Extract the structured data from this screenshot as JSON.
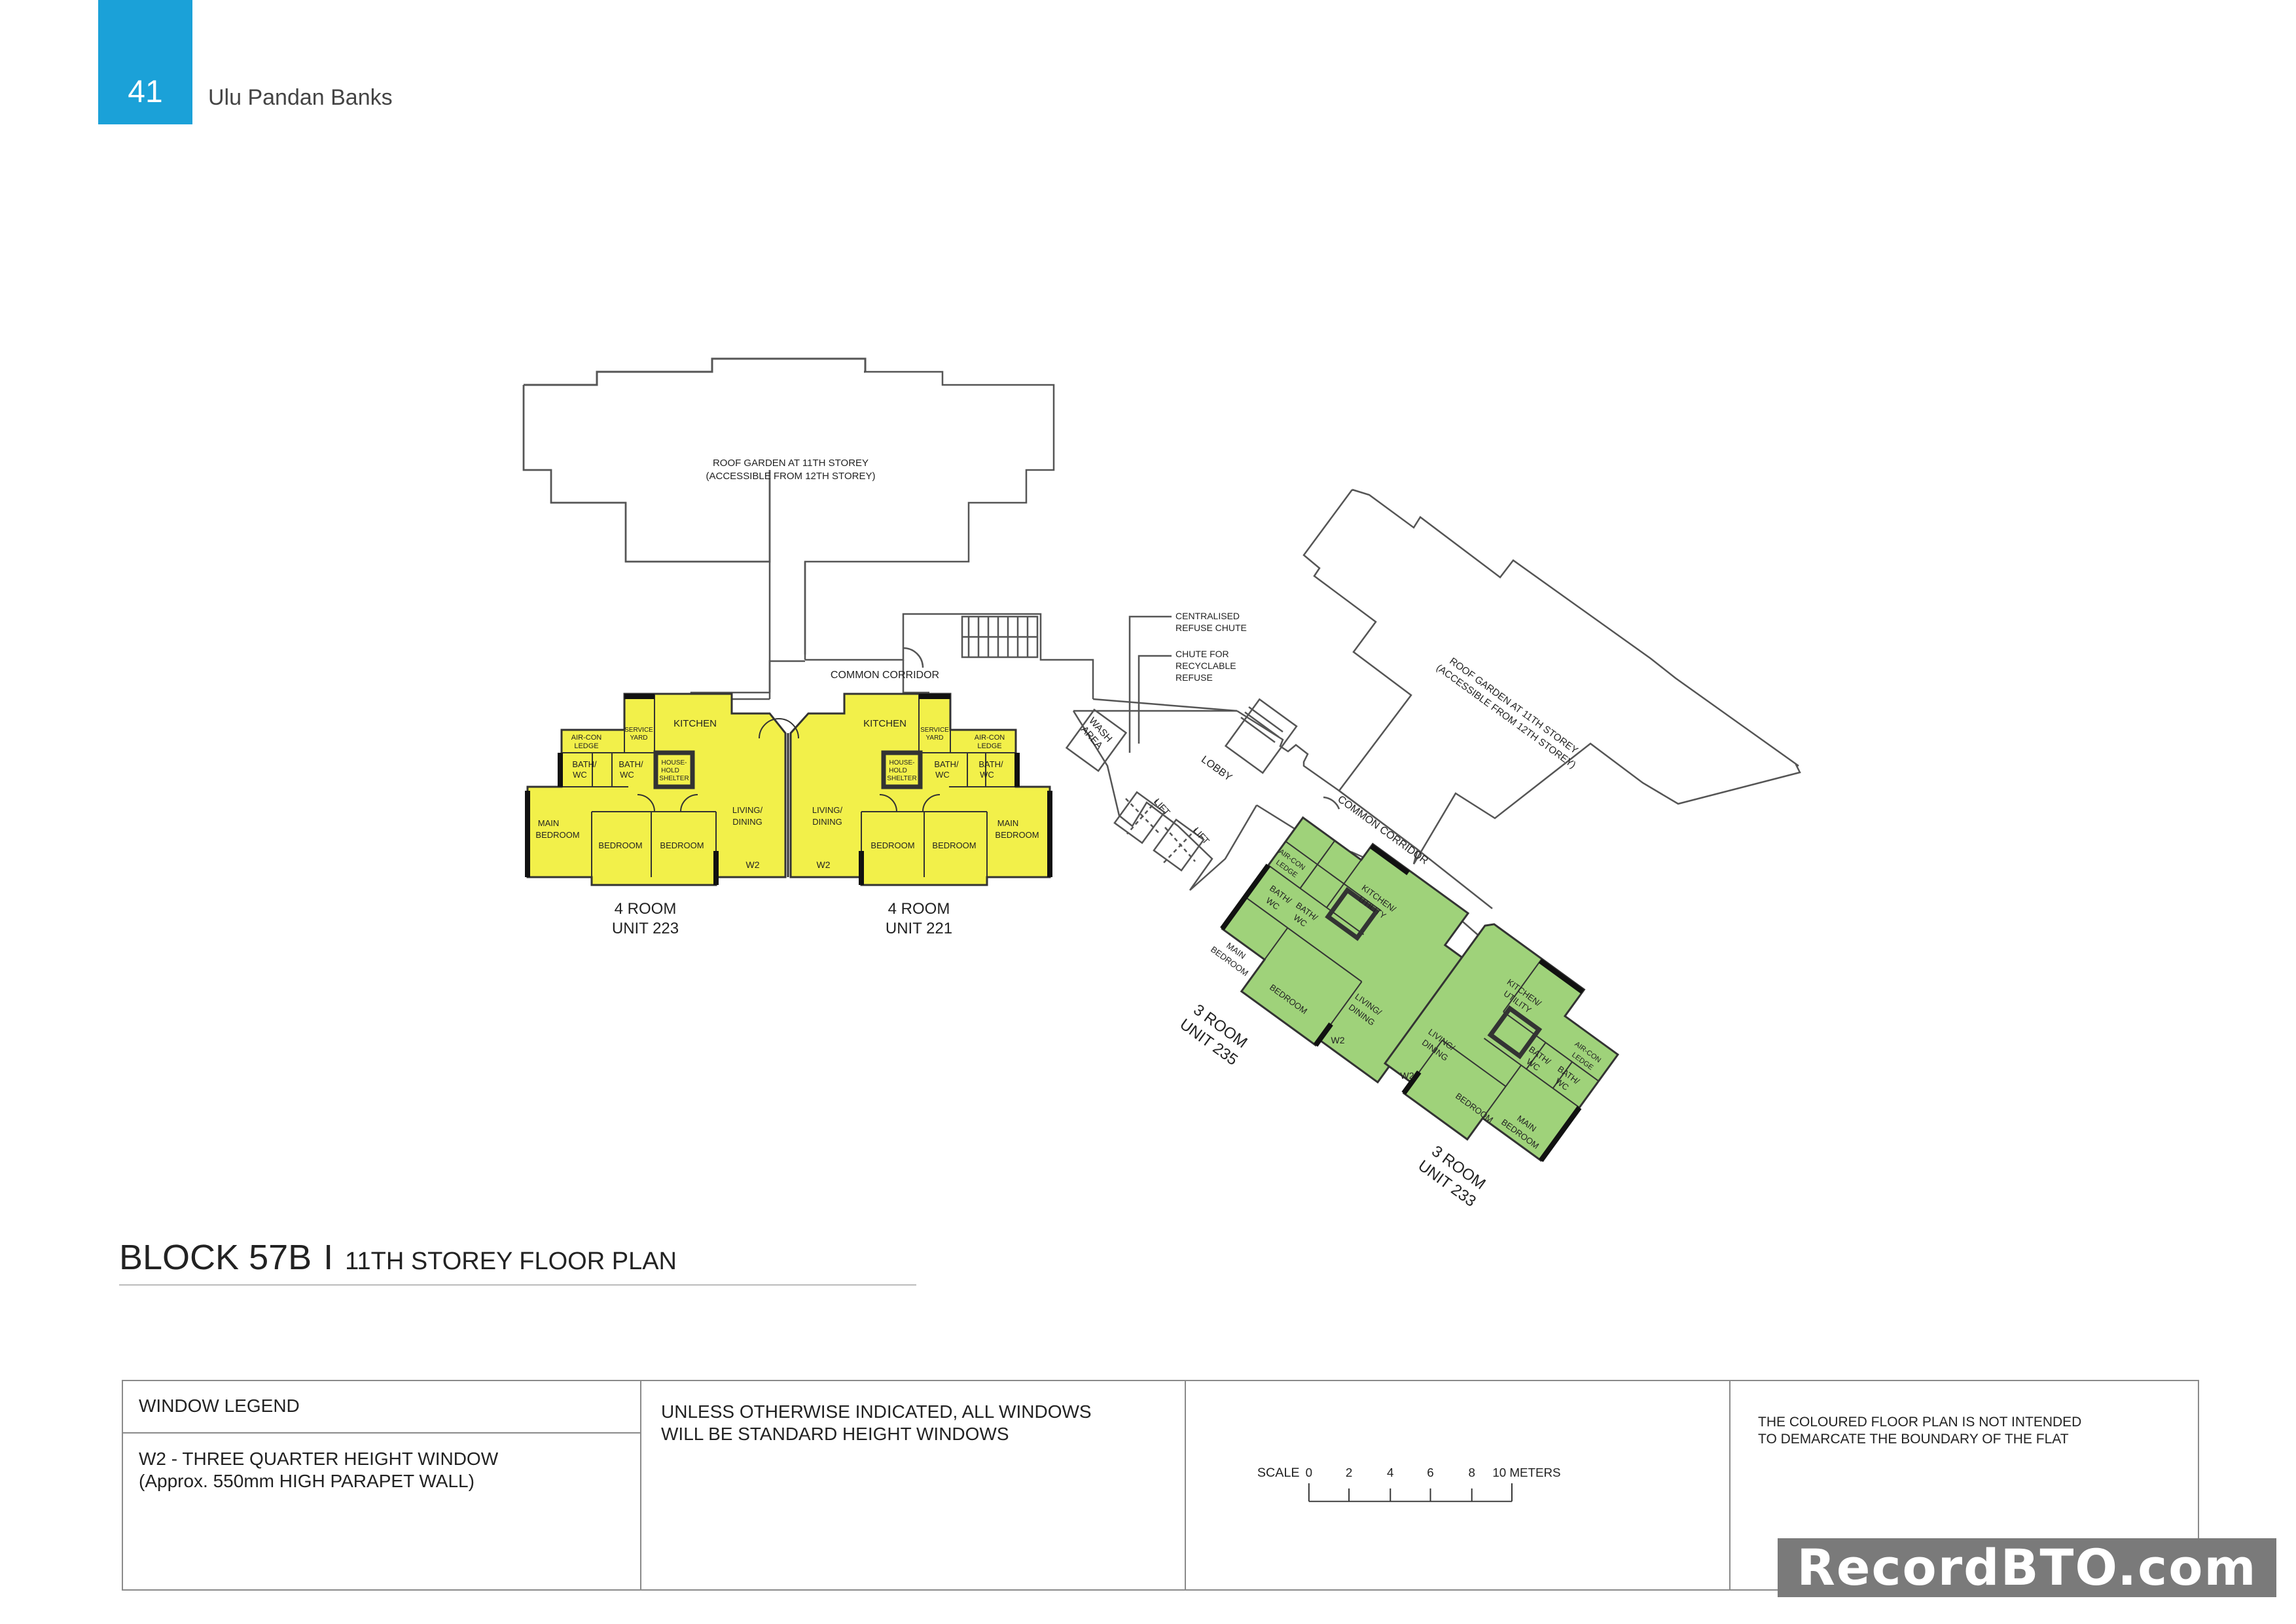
{
  "header": {
    "page_number": "41",
    "project_name": "Ulu Pandan Banks"
  },
  "plan": {
    "roof_garden_left": [
      "ROOF GARDEN AT 11TH STOREY",
      "(ACCESSIBLE FROM 12TH STOREY)"
    ],
    "roof_garden_right": [
      "ROOF GARDEN AT 11TH STOREY",
      "(ACCESSIBLE FROM 12TH STOREY)"
    ],
    "common_corridor": "COMMON CORRIDOR",
    "lobby": "LOBBY",
    "wash_area": [
      "WASH",
      "AREA"
    ],
    "lift": "LIFT",
    "refuse_chute": [
      "CENTRALISED",
      "REFUSE CHUTE"
    ],
    "recyclable_chute": [
      "CHUTE FOR",
      "RECYCLABLE",
      "REFUSE"
    ],
    "rooms": {
      "kitchen": "KITCHEN",
      "service_yard": [
        "SERVICE",
        "YARD"
      ],
      "aircon_ledge": [
        "AIR-CON",
        "LEDGE"
      ],
      "bath_wc": [
        "BATH/",
        "WC"
      ],
      "household_shelter": [
        "HOUSE-",
        "HOLD",
        "SHELTER"
      ],
      "main_bedroom": [
        "MAIN",
        "BEDROOM"
      ],
      "bedroom": "BEDROOM",
      "living_dining": [
        "LIVING/",
        "DINING"
      ],
      "kitchen_utility": [
        "KITCHEN/",
        "UTILITY"
      ],
      "window_w2": "W2"
    },
    "units": [
      {
        "type": "4 ROOM",
        "unit": "UNIT 223"
      },
      {
        "type": "4 ROOM",
        "unit": "UNIT 221"
      },
      {
        "type": "3 ROOM",
        "unit": "UNIT 235"
      },
      {
        "type": "3 ROOM",
        "unit": "UNIT 233"
      }
    ],
    "colors": {
      "four_room": "#f2f04a",
      "three_room": "#9fd27a",
      "outline": "#333333"
    }
  },
  "title": {
    "block": "BLOCK 57B",
    "separator": "I",
    "storey": "11TH STOREY FLOOR PLAN"
  },
  "legend": {
    "heading": "WINDOW LEGEND",
    "w2_line1": "W2 - THREE QUARTER  HEIGHT WINDOW",
    "w2_line2": "(Approx. 550mm HIGH PARAPET WALL)",
    "note_line1": "UNLESS OTHERWISE INDICATED, ALL WINDOWS",
    "note_line2": "WILL BE STANDARD HEIGHT WINDOWS",
    "scale_label": "SCALE",
    "scale_ticks": [
      "0",
      "2",
      "4",
      "6",
      "8",
      "10 METERS"
    ],
    "disclaimer_line1": "THE COLOURED FLOOR PLAN IS NOT INTENDED",
    "disclaimer_line2": "TO DEMARCATE THE BOUNDARY OF THE FLAT"
  },
  "watermark": "RecordBTO.com"
}
